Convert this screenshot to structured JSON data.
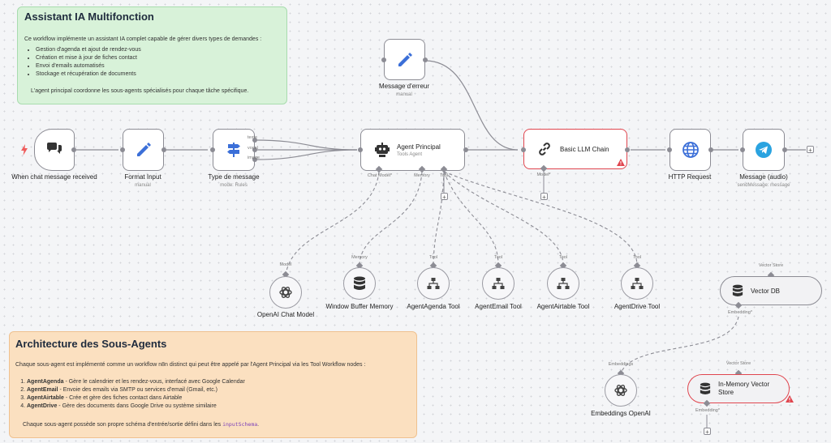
{
  "sticky_top": {
    "title": "Assistant IA Multifonction",
    "intro": "Ce workflow implémente un assistant IA complet capable de gérer divers types de demandes :",
    "bullets": [
      "Gestion d'agenda et ajout de rendez-vous",
      "Création et mise à jour de fiches contact",
      "Envoi d'emails automatisés",
      "Stockage et récupération de documents"
    ],
    "footer": "L'agent principal coordonne les sous-agents spécialisés pour chaque tâche spécifique."
  },
  "sticky_bottom": {
    "title": "Architecture des Sous-Agents",
    "intro": "Chaque sous-agent est implémenté comme un workflow n8n distinct qui peut être appelé par l'Agent Principal via les Tool Workflow nodes :",
    "items": [
      {
        "name": "AgentAgenda",
        "desc": " - Gère le calendrier et les rendez-vous, interfacé avec Google Calendar"
      },
      {
        "name": "AgentEmail",
        "desc": " - Envoie des emails via SMTP ou services d'email (Gmail, etc.)"
      },
      {
        "name": "AgentAirtable",
        "desc": " - Crée et gère des fiches contact dans Airtable"
      },
      {
        "name": "AgentDrive",
        "desc": " - Gère des documents dans Google Drive ou système similaire"
      }
    ],
    "footer_pre": "Chaque sous-agent possède son propre schéma d'entrée/sortie défini dans les ",
    "footer_code": "inputSchema",
    "footer_post": "."
  },
  "nodes": {
    "chat_trigger": {
      "label": "When chat message received",
      "icon": "chat-bubbles-icon"
    },
    "format_input": {
      "label": "Format Input",
      "sub": "manual",
      "icon": "pencil-icon"
    },
    "type_message": {
      "label": "Type de message",
      "sub": "mode: Rules",
      "icon": "signpost-icon",
      "outputs": [
        "texte",
        "vocal",
        "image"
      ]
    },
    "agent_principal": {
      "label": "Agent Principal",
      "sub": "Tools Agent",
      "icon": "robot-icon",
      "ports": [
        "Chat Model*",
        "Memory",
        "Tool"
      ]
    },
    "message_erreur": {
      "label": "Message d'erreur",
      "sub": "manual",
      "icon": "pencil-icon"
    },
    "basic_llm_chain": {
      "label": "Basic LLM Chain",
      "icon": "link-icon",
      "port": "Model*"
    },
    "http_request": {
      "label": "HTTP Request",
      "icon": "globe-icon"
    },
    "message_audio": {
      "label": "Message (audio)",
      "sub": "sendMessage: message",
      "icon": "telegram-icon"
    },
    "openai_chat": {
      "label": "OpenAI Chat Model",
      "port": "Model",
      "icon": "openai-icon"
    },
    "window_memory": {
      "label": "Window Buffer Memory",
      "port": "Memory",
      "icon": "database-icon"
    },
    "agenda_tool": {
      "label": "AgentAgenda Tool",
      "port": "Tool",
      "icon": "sitemap-icon"
    },
    "email_tool": {
      "label": "AgentEmail Tool",
      "port": "Tool",
      "icon": "sitemap-icon"
    },
    "airtable_tool": {
      "label": "AgentAirtable Tool",
      "port": "Tool",
      "icon": "sitemap-icon"
    },
    "drive_tool": {
      "label": "AgentDrive Tool",
      "port": "Tool",
      "icon": "sitemap-icon"
    },
    "vector_db": {
      "label": "Vector DB",
      "port_top": "Vector Store",
      "port_bottom": "Embedding*",
      "icon": "database-icon"
    },
    "embeddings_openai": {
      "label": "Embeddings OpenAI",
      "port": "Embeddings",
      "icon": "openai-icon"
    },
    "inmemory_store": {
      "label": "In-Memory Vector Store",
      "port_top": "Vector Store",
      "port_bottom": "Embedding*",
      "icon": "database-icon"
    }
  },
  "colors": {
    "accent_blue": "#3b6fd8",
    "error_red": "#e0464f",
    "trigger_orange": "#ef5b5b"
  }
}
